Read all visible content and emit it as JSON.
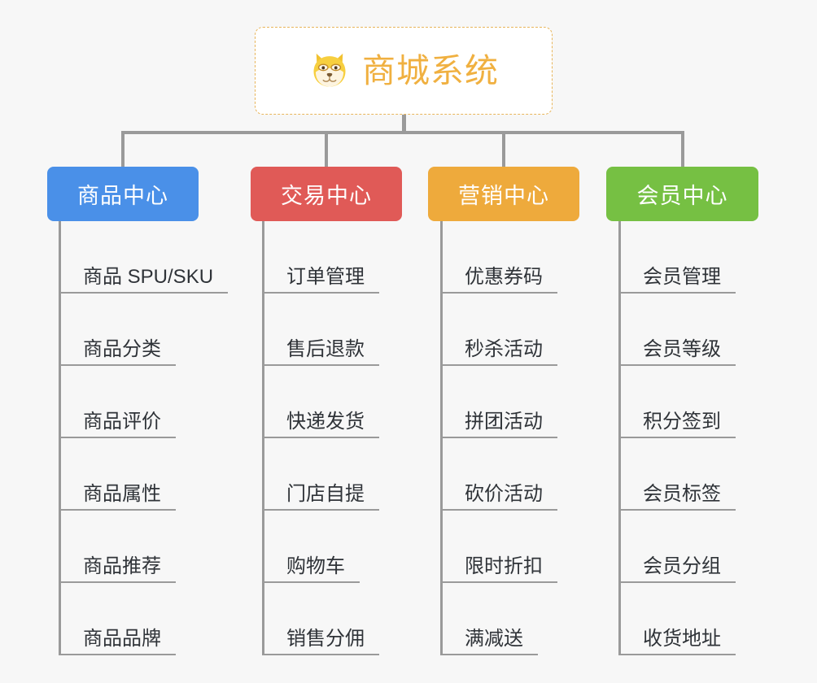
{
  "root": {
    "title": "商城系统",
    "icon": "shiba-dog-face-icon",
    "text_color": "#f0b040",
    "border_color": "#e8b55a",
    "background": "#ffffff"
  },
  "canvas": {
    "background": "#f7f7f7",
    "connector_color": "#9a9a9a"
  },
  "branches": [
    {
      "label": "商品中心",
      "color": "#4a90e8",
      "items": [
        "商品 SPU/SKU",
        "商品分类",
        "商品评价",
        "商品属性",
        "商品推荐",
        "商品品牌"
      ]
    },
    {
      "label": "交易中心",
      "color": "#e05a57",
      "items": [
        "订单管理",
        "售后退款",
        "快递发货",
        "门店自提",
        "购物车",
        "销售分佣"
      ]
    },
    {
      "label": "营销中心",
      "color": "#eeaa3c",
      "items": [
        "优惠券码",
        "秒杀活动",
        "拼团活动",
        "砍价活动",
        "限时折扣",
        "满减送"
      ]
    },
    {
      "label": "会员中心",
      "color": "#76c043",
      "items": [
        "会员管理",
        "会员等级",
        "积分签到",
        "会员标签",
        "会员分组",
        "收货地址"
      ]
    }
  ]
}
